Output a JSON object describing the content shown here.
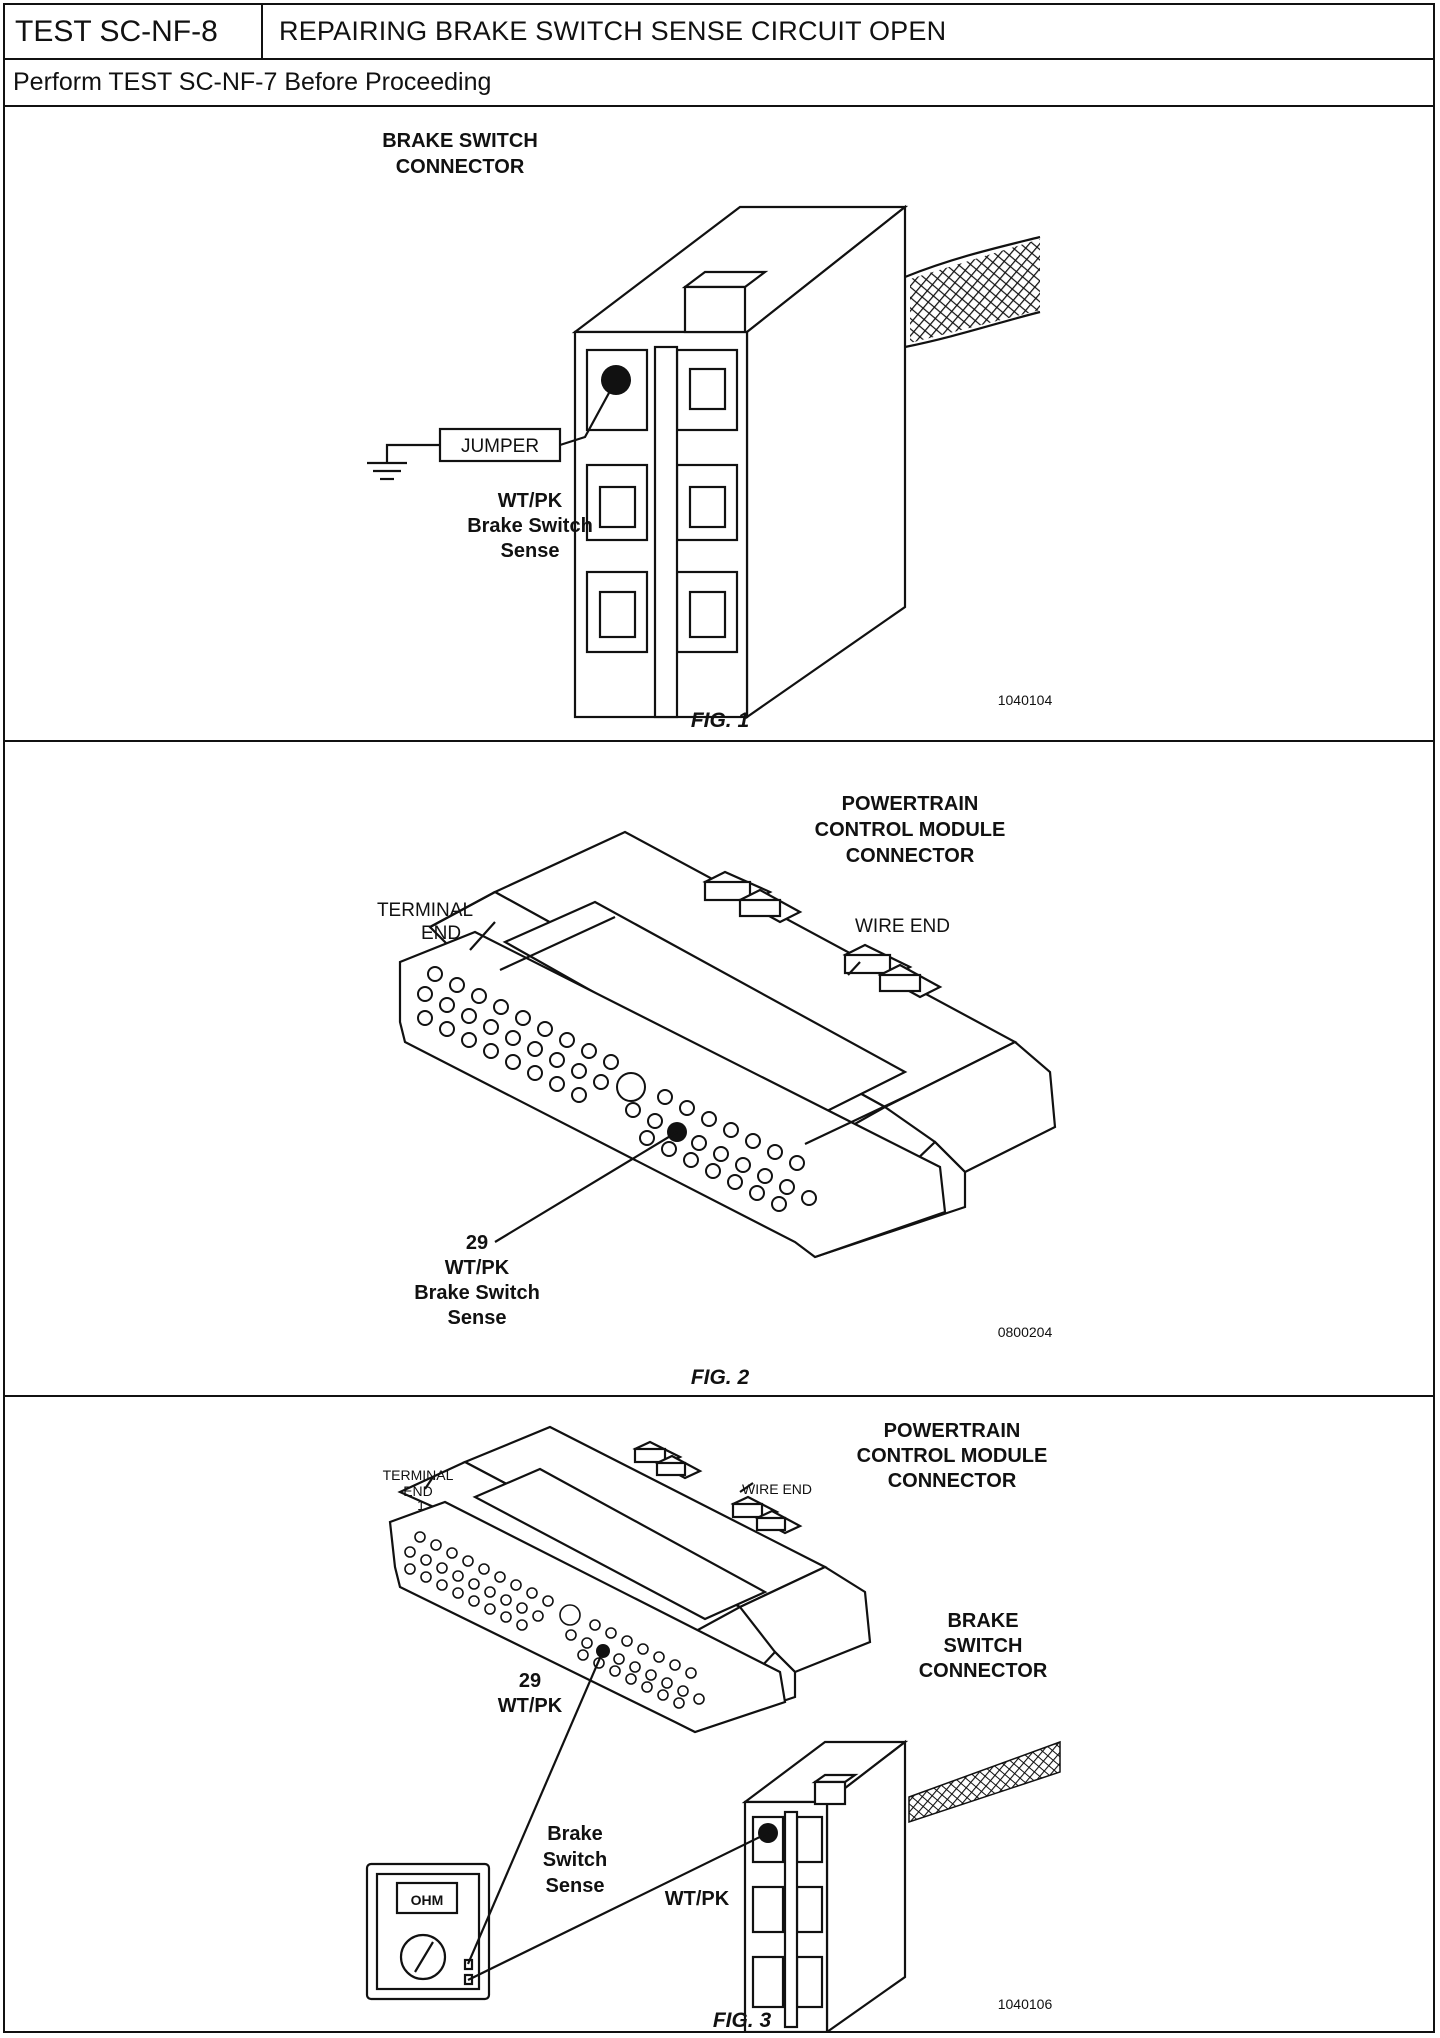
{
  "header": {
    "test_id": "TEST SC-NF-8",
    "title": "REPAIRING BRAKE SWITCH SENSE CIRCUIT OPEN",
    "prerequisite": "Perform TEST SC-NF-7 Before Proceeding"
  },
  "fig1": {
    "connector_label_1": "BRAKE SWITCH",
    "connector_label_2": "CONNECTOR",
    "jumper": "JUMPER",
    "wire_1": "WT/PK",
    "wire_2": "Brake Switch",
    "wire_3": "Sense",
    "code": "1040104",
    "caption": "FIG. 1"
  },
  "fig2": {
    "connector_label_1": "POWERTRAIN",
    "connector_label_2": "CONTROL MODULE",
    "connector_label_3": "CONNECTOR",
    "terminal_end_1": "TERMINAL",
    "terminal_end_2": "END",
    "wire_end": "WIRE  END",
    "pin": "29",
    "wire_1": "WT/PK",
    "wire_2": "Brake Switch",
    "wire_3": "Sense",
    "code": "0800204",
    "caption": "FIG. 2"
  },
  "fig3": {
    "pcm_label_1": "POWERTRAIN",
    "pcm_label_2": "CONTROL MODULE",
    "pcm_label_3": "CONNECTOR",
    "terminal_end_1": "TERMINAL",
    "terminal_end_2": "END",
    "terminal_num": "1",
    "wire_end": "WIRE  END",
    "brake_label_1": "BRAKE",
    "brake_label_2": "SWITCH",
    "brake_label_3": "CONNECTOR",
    "pin": "29",
    "pin_wire": "WT/PK",
    "sense_1": "Brake",
    "sense_2": "Switch",
    "sense_3": "Sense",
    "lead_wire": "WT/PK",
    "meter_display": "OHM",
    "code": "1040106",
    "caption": "FIG. 3"
  }
}
